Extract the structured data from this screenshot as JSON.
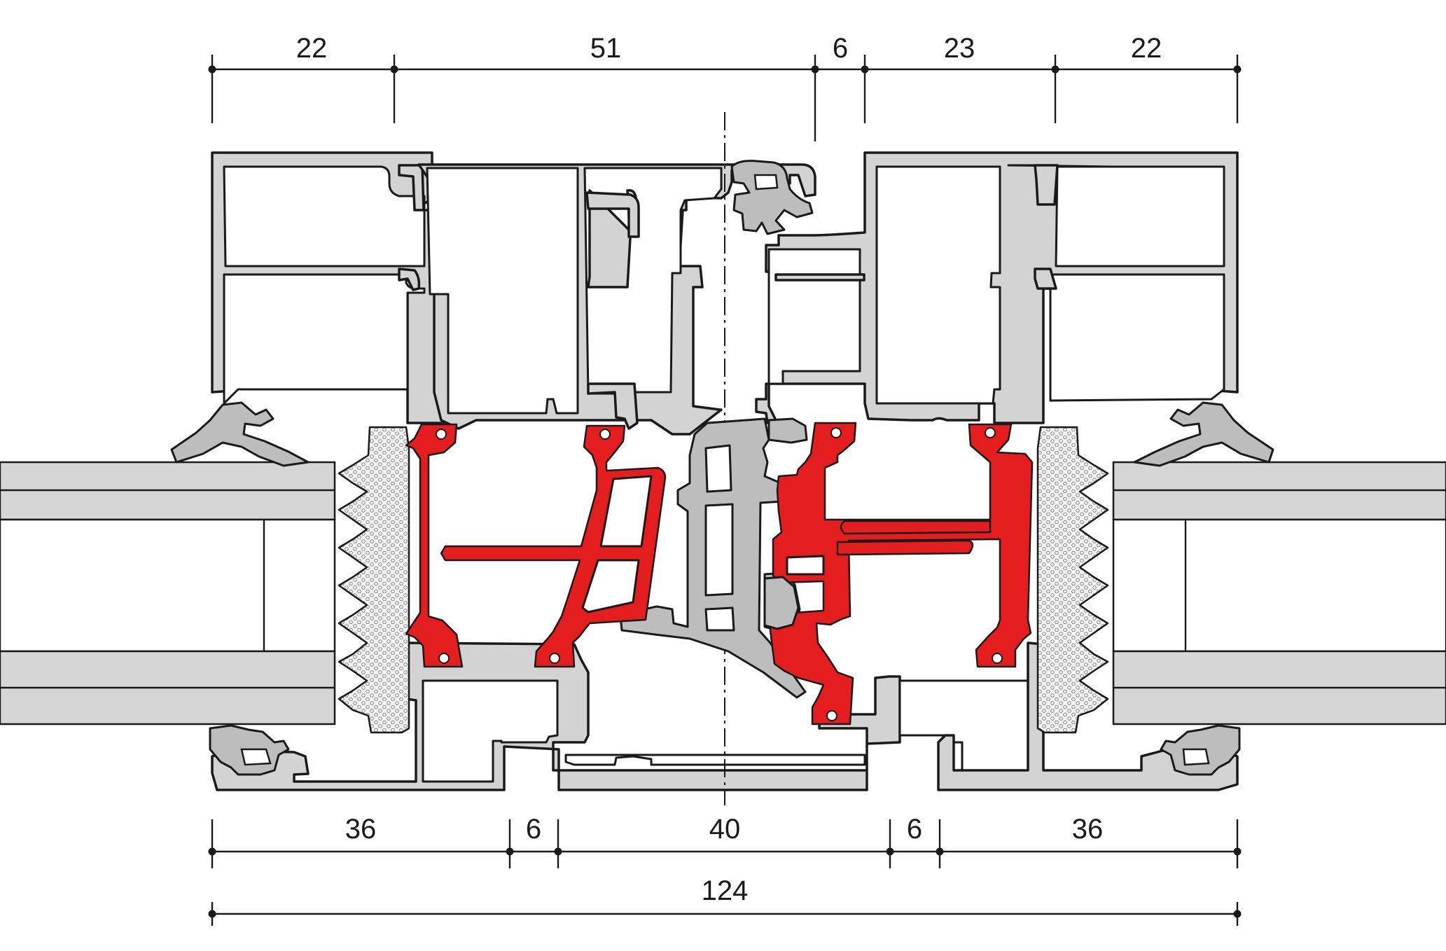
{
  "dimensions": {
    "top": [
      "22",
      "51",
      "6",
      "23",
      "22"
    ],
    "bottom": [
      "36",
      "6",
      "40",
      "6",
      "36"
    ],
    "overall": "124"
  },
  "colors": {
    "aluminium": "#d3d3d3",
    "thermal_break": "#e41e1e",
    "gasket": "#bdbdbd",
    "outline": "#1a1a1a"
  }
}
